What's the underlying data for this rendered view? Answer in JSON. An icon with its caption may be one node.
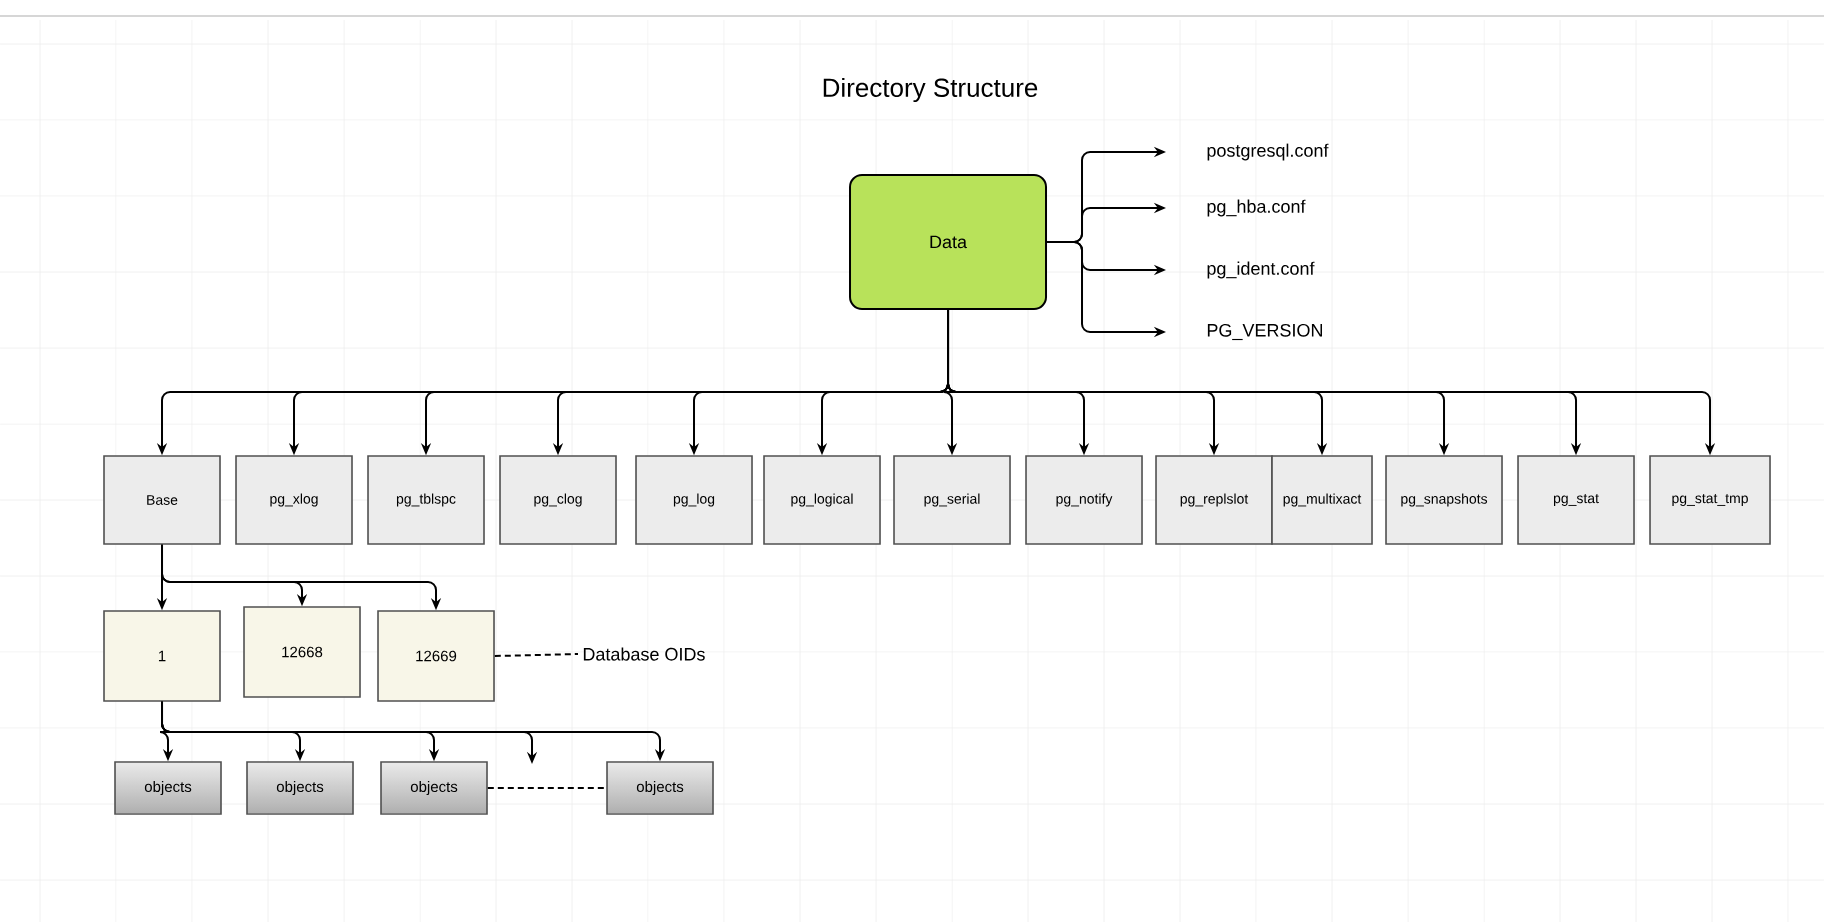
{
  "diagram": {
    "title": "Directory Structure",
    "nodes": [
      {
        "text": [
          "Data"
        ]
      },
      {
        "text": [
          "postgresql.conf"
        ]
      },
      {
        "text": [
          "pg_hba.conf"
        ]
      },
      {
        "text": [
          "pg_ident.conf"
        ]
      },
      {
        "text": [
          "PG_VERSION"
        ]
      },
      {
        "text": [
          "Base"
        ]
      },
      {
        "text": [
          "pg_xlog"
        ]
      },
      {
        "text": [
          "pg_tblspc"
        ]
      },
      {
        "text": [
          "pg_clog"
        ]
      },
      {
        "text": [
          "pg_log"
        ]
      },
      {
        "text": [
          "pg_logical"
        ]
      },
      {
        "text": [
          "pg_serial"
        ]
      },
      {
        "text": [
          "pg_notify"
        ]
      },
      {
        "text": [
          "pg_replslot"
        ]
      },
      {
        "text": [
          "pg_multixact"
        ]
      },
      {
        "text": [
          "pg_snapshots"
        ]
      },
      {
        "text": [
          "pg_stat"
        ]
      },
      {
        "text": [
          "pg_stat_tmp"
        ]
      },
      {
        "text": [
          "1"
        ]
      },
      {
        "text": [
          "12668"
        ]
      },
      {
        "text": [
          "12669"
        ]
      },
      {
        "text": [
          "Database OIDs"
        ]
      },
      {
        "text": [
          "objects"
        ]
      },
      {
        "text": [
          "objects"
        ]
      },
      {
        "text": [
          "objects"
        ]
      },
      {
        "text": [
          "objects"
        ]
      }
    ],
    "edges": [
      {
        "from": 0,
        "to": 1,
        "arrow": "to"
      },
      {
        "from": 0,
        "to": 2,
        "arrow": "to"
      },
      {
        "from": 0,
        "to": 3,
        "arrow": "to"
      },
      {
        "from": 0,
        "to": 4,
        "arrow": "to"
      },
      {
        "from": 0,
        "to": 5,
        "arrow": "to"
      },
      {
        "from": 0,
        "to": 6,
        "arrow": "to"
      },
      {
        "from": 0,
        "to": 7,
        "arrow": "to"
      },
      {
        "from": 0,
        "to": 8,
        "arrow": "to"
      },
      {
        "from": 0,
        "to": 9,
        "arrow": "to"
      },
      {
        "from": 0,
        "to": 10,
        "arrow": "to"
      },
      {
        "from": 0,
        "to": 11,
        "arrow": "to"
      },
      {
        "from": 0,
        "to": 12,
        "arrow": "to"
      },
      {
        "from": 0,
        "to": 13,
        "arrow": "to"
      },
      {
        "from": 0,
        "to": 14,
        "arrow": "to"
      },
      {
        "from": 0,
        "to": 15,
        "arrow": "to"
      },
      {
        "from": 0,
        "to": 16,
        "arrow": "to"
      },
      {
        "from": 0,
        "to": 17,
        "arrow": "to"
      },
      {
        "from": 5,
        "to": 18,
        "arrow": "to"
      },
      {
        "from": 5,
        "to": 19,
        "arrow": "to"
      },
      {
        "from": 5,
        "to": 20,
        "arrow": "to"
      },
      {
        "from": 20,
        "to": 21,
        "arrow": "none",
        "style": "dashed"
      },
      {
        "from": 18,
        "to": 22,
        "arrow": "to"
      },
      {
        "from": 18,
        "to": 23,
        "arrow": "to"
      },
      {
        "from": 18,
        "to": 24,
        "arrow": "to"
      },
      {
        "from": 18,
        "to": null,
        "arrow": "to"
      },
      {
        "from": 18,
        "to": 25,
        "arrow": "to"
      },
      {
        "from": 24,
        "to": 25,
        "arrow": "none",
        "style": "dashed"
      }
    ]
  }
}
